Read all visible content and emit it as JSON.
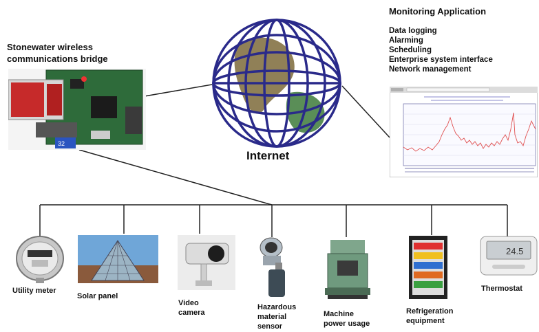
{
  "bridge": {
    "title_line1": "Stonewater wireless",
    "title_line2": "communications bridge",
    "card_label": "32"
  },
  "internet": {
    "label": "Internet"
  },
  "monitoring": {
    "title": "Monitoring Application",
    "items": [
      "Data logging",
      "Alarming",
      "Scheduling",
      "Enterprise system interface",
      "Network management"
    ]
  },
  "devices": [
    {
      "name": "Utility meter",
      "icon": "utility-meter-icon"
    },
    {
      "name": "Solar panel",
      "icon": "solar-panel-icon"
    },
    {
      "name_line1": "Video",
      "name_line2": "camera",
      "icon": "video-camera-icon"
    },
    {
      "name_line1": "Hazardous",
      "name_line2": "material",
      "name_line3": "sensor",
      "icon": "sensor-icon"
    },
    {
      "name_line1": "Machine",
      "name_line2": "power usage",
      "icon": "machine-icon"
    },
    {
      "name_line1": "Refrigeration",
      "name_line2": "equipment",
      "icon": "fridge-icon"
    },
    {
      "name": "Thermostat",
      "icon": "thermostat-icon",
      "display": "24.5"
    }
  ],
  "colors": {
    "globe_grid": "#2a2a8a",
    "chart_line": "#e05050",
    "pcb_green": "#2e6b3a"
  }
}
